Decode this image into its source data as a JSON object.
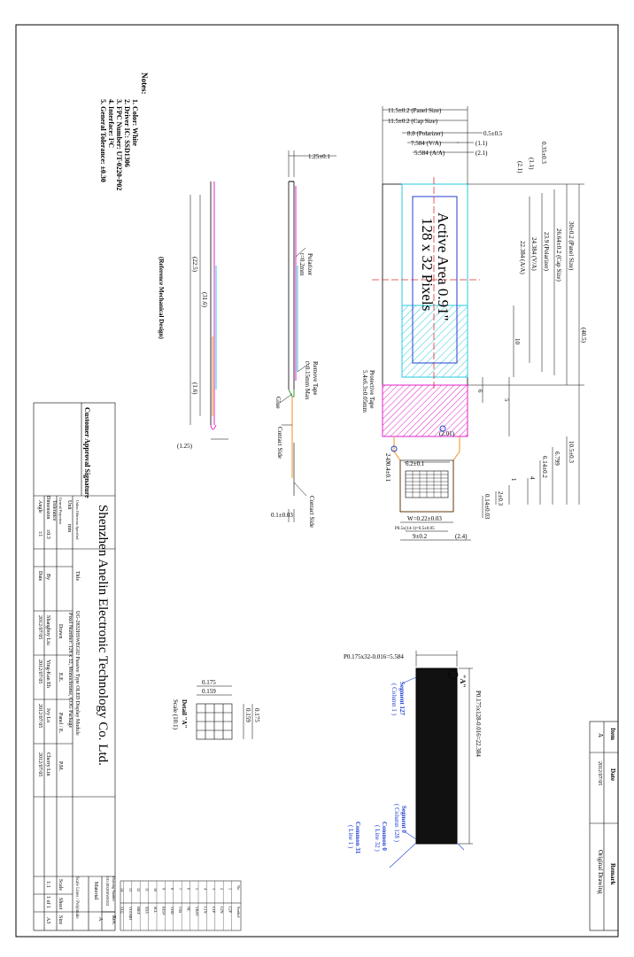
{
  "notes": {
    "title": "Notes:",
    "items": [
      "1. Color: White",
      "2. Driver IC: SSD1306",
      "3. FPC Number: UT-0220-P02",
      "4. Interface: I²C",
      "5. General Tolerance: ±0.30"
    ]
  },
  "active_area": {
    "line1": "Active Area 0.91\"",
    "line2": "128 x 32 Pixels"
  },
  "dims": {
    "panel_w": "11.5±0.2 (Panel Size)",
    "cap_w": "11.5±0.2 (Cap Size)",
    "pol_w": "8.8 (Polarizer)",
    "va_w": "7.584 (V/A)",
    "aa_w": "5.584 (A/A)",
    "d05": "0.5±0.5",
    "d11a": "(1.1)",
    "d21a": "(2.1)",
    "d035": "0.35±0.3",
    "d11b": "(1.1)",
    "d21b": "(2.1)",
    "panel_h": "30±0.2 (Panel Size)",
    "cap_h": "26.64±0.2 (Cap Size)",
    "pol_h": "23.9 (Polarizer)",
    "va_h": "24.384 (V/A)",
    "aa_h": "22.384 (A/A)",
    "total_h": "(40.5)",
    "d10": "10",
    "d6": "6",
    "d5": "5",
    "tape": "Protective Tape",
    "tape2": "5.4x6.3±0.05mm",
    "d201": "(2.01)",
    "d62": "6.2±0.1",
    "pad": "2-Ø0.4±0.1",
    "d105": "10.5±0.3",
    "d6799": "6.799",
    "d614": "6.14±0.2",
    "d4": "4",
    "d1": "1",
    "d2": "2±0.3",
    "d014": "0.14±0.03",
    "w": "W=0.22±0.03",
    "pitch": "P0.5x(14-1)=6.5±0.05",
    "d92": "9±0.2",
    "d24": "(2.4)",
    "d125": "1.25±0.1",
    "polarizer": "Polarizer",
    "pol_t": "t=0.2mm",
    "remove_tape": "Remove Tape",
    "remove_t": "t=0.15mm Max",
    "glue": "Glue",
    "contact_side": "Contact Side",
    "contact_side2": "Contact Side",
    "d01": "0.1±0.03",
    "d225": "(22.5)",
    "d316": "(31.6)",
    "d16": "(1.6)",
    "d125b": "(1.25)",
    "ref": "(Reference Mechanical Design)"
  },
  "pixel_detail": {
    "px_x": "P0.175x32-0.016=5.584",
    "px_y": "P0.175x128-0.016=22.384",
    "seg127": "Segment 127",
    "col1": "( Column 1 )",
    "seg0": "Segment 0",
    "col128": "( Column 128 )",
    "com0": "Common 0",
    "line32": "( Line 32 )",
    "com31": "Common 31",
    "line1": "( Line 1 )",
    "a_label": "\"A\"",
    "d0175a": "0.175",
    "d0159a": "0.159",
    "d0175b": "0.175",
    "d0159b": "0.159",
    "detail": "Detail \"A\"",
    "scale": "Scale (10:1)"
  },
  "title_block": {
    "company": "Shenzhen Anelin Electronic Technology Co. Ltd.",
    "approval": "Customer Approval Signature",
    "unless": "Unless Otherwise Specified",
    "unit_k": "Unit",
    "unit_v": "mm",
    "proj_k": "General Projection",
    "tol_k": "Tolerance",
    "dim_k": "Dimension",
    "dim_v": "±0.3",
    "ang_k": "Angle",
    "ang_v": "±1",
    "title_k": "Title",
    "title_l1": "UG-2832HSWEG02 Passive Type OLED Display Module",
    "title_l2": "Pixel Number: 128 x 32, Monochrome, COG Package",
    "by_k": "By",
    "date_k": "Date",
    "roles": [
      "Drawn",
      "E.E.",
      "Panel / E.",
      "P.M."
    ],
    "names": [
      "Shangboy Liu",
      "Ying-Kan Eh",
      "Ivy Lo",
      "Cherry Lin"
    ],
    "dates": [
      "2012/07/05",
      "2012/07/05",
      "2012/07/05",
      "2012/07/05"
    ],
    "drawing_no_k": "Drawing Number",
    "drawing_no_v": "UG-2832HSWEG02",
    "rev_k": "Rev.",
    "rev_v": "A",
    "material": "Material",
    "scale_units": "Scale Lines / Polyimide",
    "scale_k": "Scale",
    "scale_v": "1:1",
    "sheet_k": "Sheet",
    "sheet_v": "1 of 1",
    "size_k": "Size",
    "size_v": "A3"
  },
  "revision": {
    "item_k": "Item",
    "date_k": "Date",
    "remark_k": "Remark",
    "item_v": "A",
    "date_v": "2012/07/05",
    "remark_v": "Original Drawing"
  },
  "pins": {
    "header_no": "No.",
    "header_sym": "Symbol",
    "rows": [
      [
        "1",
        "C2P"
      ],
      [
        "2",
        "C2N"
      ],
      [
        "3",
        "C1P"
      ],
      [
        "4",
        "C1N"
      ],
      [
        "5",
        "VBAT"
      ],
      [
        "6",
        "NC"
      ],
      [
        "7",
        "VSS"
      ],
      [
        "8",
        "VDD"
      ],
      [
        "9",
        "RES#"
      ],
      [
        "10",
        "SCL"
      ],
      [
        "11",
        "SDA"
      ],
      [
        "12",
        "IREF"
      ],
      [
        "13",
        "VCOMH"
      ],
      [
        "14",
        "VCC"
      ]
    ]
  },
  "colors": {
    "cyan": "#29c8e0",
    "magenta": "#e020c8",
    "orange": "#f09020",
    "green": "#3c9c3c",
    "blue": "#2040d0",
    "red": "#e03030"
  }
}
